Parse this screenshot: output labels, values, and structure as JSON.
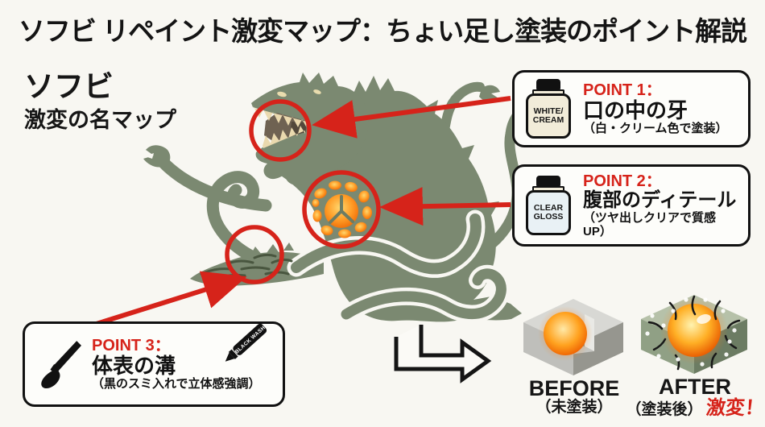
{
  "title": "ソフビ リペイント激変マップ：ちょい足し塗装のポイント解説",
  "map_label": {
    "line1": "ソフビ",
    "line2": "激変の名マップ"
  },
  "points": [
    {
      "tag": "POINT 1：",
      "heading": "口の中の牙",
      "note": "（白・クリーム色で塗装）",
      "jar_line1": "WHITE/",
      "jar_line2": "CREAM"
    },
    {
      "tag": "POINT 2：",
      "heading": "腹部のディテール",
      "note": "（ツヤ出しクリアで質感UP）",
      "jar_line1": "CLEAR",
      "jar_line2": "GLOSS"
    },
    {
      "tag": "POINT 3：",
      "heading": "体表の溝",
      "note": "（黒のスミ入れで立体感強調）",
      "marker_label": "BLACK WASH"
    }
  ],
  "comparison": {
    "before": {
      "label": "BEFORE",
      "sub": "（未塗装）"
    },
    "after": {
      "label": "AFTER",
      "sub": "（塗装後）",
      "highlight": "激変！"
    }
  },
  "colors": {
    "accent_red": "#d6231a",
    "monster_green": "#7b8971",
    "glow_orange": "#ff9020",
    "background": "#f8f7f2",
    "ink": "#161616"
  }
}
